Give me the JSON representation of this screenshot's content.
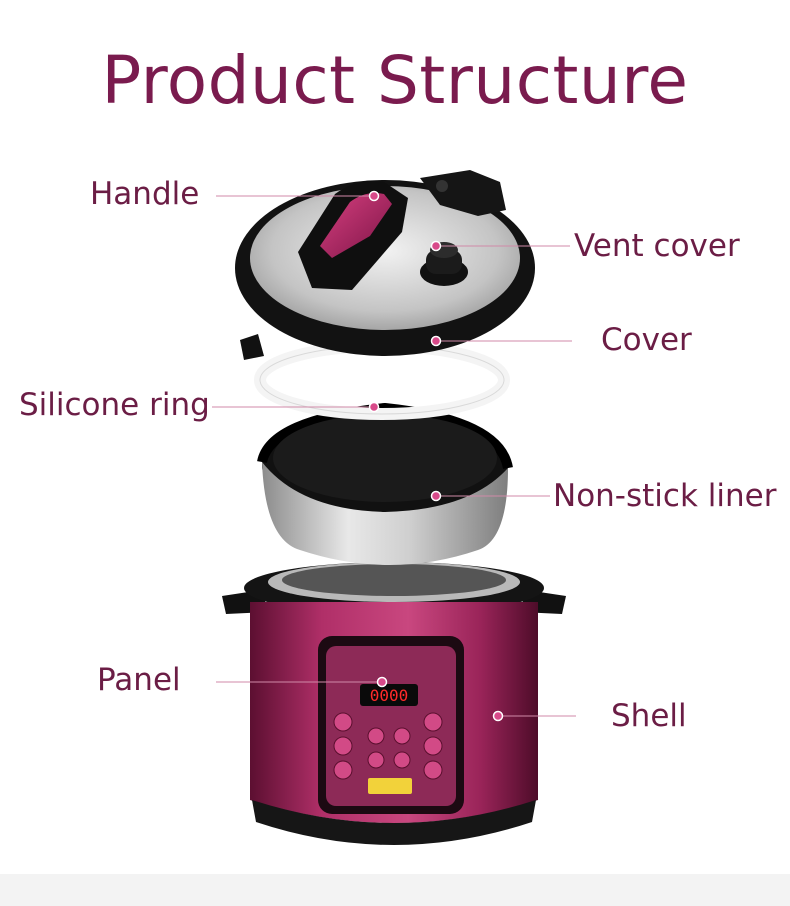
{
  "title": "Product Structure",
  "colors": {
    "accent": "#7a1b4e",
    "label_text": "#6b1d45",
    "leader_line": "#c0648c",
    "shell": "#a2275d",
    "lid_black": "#1a1a1a",
    "steel": "#c9c9c9",
    "display_digits": "#ff2a2a"
  },
  "labels": {
    "handle": "Handle",
    "vent_cover": "Vent cover",
    "cover": "Cover",
    "silicone_ring": "Silicone ring",
    "liner": "Non-stick liner",
    "panel": "Panel",
    "shell": "Shell"
  },
  "panel_display": "0000"
}
